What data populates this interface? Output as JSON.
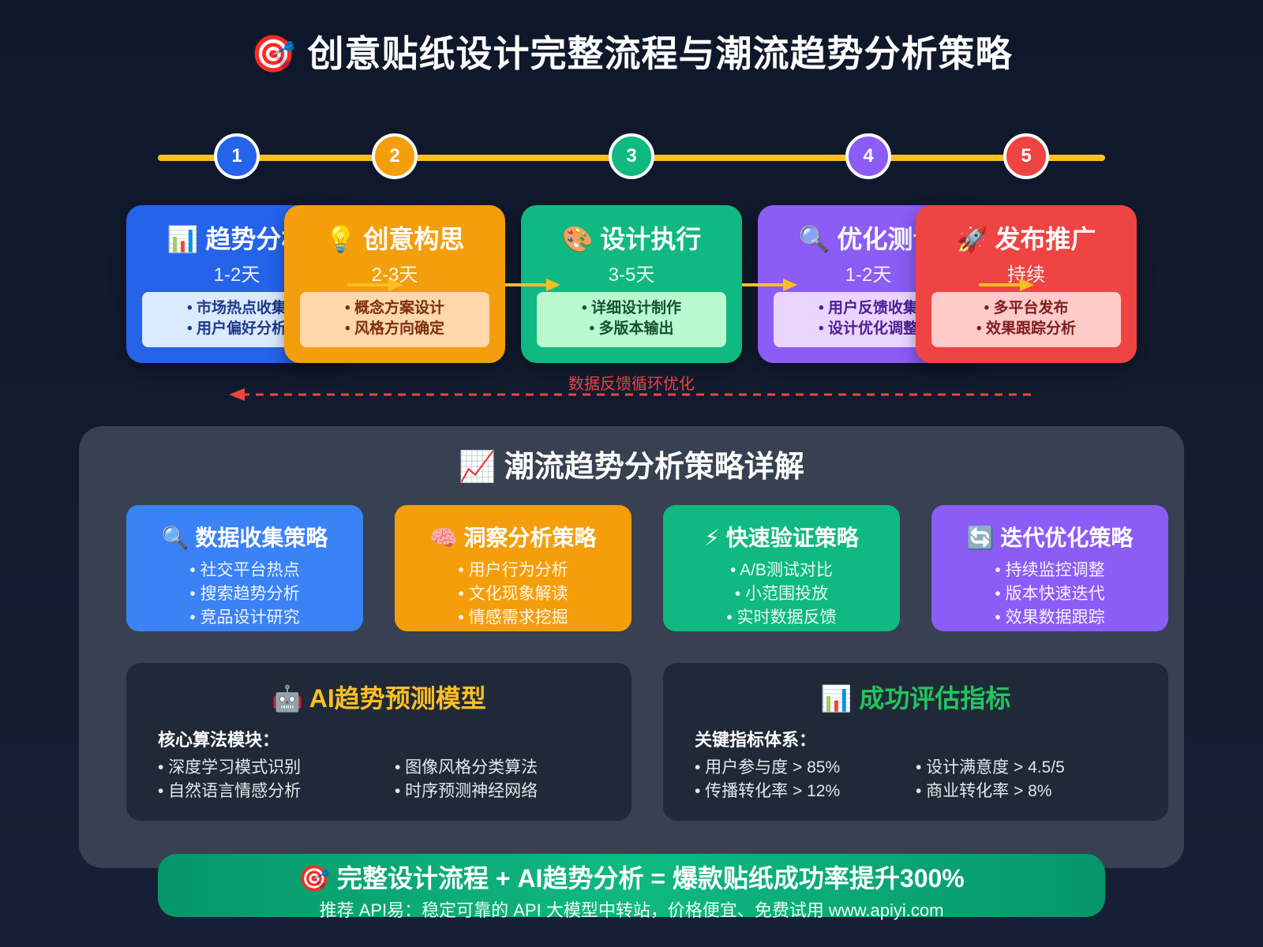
{
  "title": "🎯 创意贴纸设计完整流程与潮流趋势分析策略",
  "steps": [
    {
      "num": "1",
      "title": "📊 趋势分析",
      "duration": "1-2天",
      "items": [
        "• 市场热点收集",
        "• 用户偏好分析"
      ],
      "color": "#2563eb",
      "box_bg": "#dbeafe",
      "box_text": "#1e3a8a"
    },
    {
      "num": "2",
      "title": "💡 创意构思",
      "duration": "2-3天",
      "items": [
        "• 概念方案设计",
        "• 风格方向确定"
      ],
      "color": "#f59e0b",
      "box_bg": "#fed7aa",
      "box_text": "#7c2d12"
    },
    {
      "num": "3",
      "title": "🎨 设计执行",
      "duration": "3-5天",
      "items": [
        "• 详细设计制作",
        "• 多版本输出"
      ],
      "color": "#10b981",
      "box_bg": "#bbf7d0",
      "box_text": "#14532d"
    },
    {
      "num": "4",
      "title": "🔍 优化测试",
      "duration": "1-2天",
      "items": [
        "• 用户反馈收集",
        "• 设计优化调整"
      ],
      "color": "#8b5cf6",
      "box_bg": "#e9d5ff",
      "box_text": "#4c1d95"
    },
    {
      "num": "5",
      "title": "🚀 发布推广",
      "duration": "持续",
      "items": [
        "• 多平台发布",
        "• 效果跟踪分析"
      ],
      "color": "#ef4444",
      "box_bg": "#fecaca",
      "box_text": "#7f1d1d"
    }
  ],
  "feedback": "数据反馈循环优化",
  "panel": {
    "title": "📈 潮流趋势分析策略详解",
    "strategies": [
      {
        "title": "🔍 数据收集策略",
        "items": [
          "• 社交平台热点",
          "• 搜索趋势分析",
          "• 竞品设计研究"
        ],
        "color": "#3b82f6"
      },
      {
        "title": "🧠 洞察分析策略",
        "items": [
          "• 用户行为分析",
          "• 文化现象解读",
          "• 情感需求挖掘"
        ],
        "color": "#f59e0b"
      },
      {
        "title": "⚡ 快速验证策略",
        "items": [
          "• A/B测试对比",
          "• 小范围投放",
          "• 实时数据反馈"
        ],
        "color": "#10b981"
      },
      {
        "title": "🔄 迭代优化策略",
        "items": [
          "• 持续监控调整",
          "• 版本快速迭代",
          "• 效果数据跟踪"
        ],
        "color": "#8b5cf6"
      }
    ],
    "ai_model": {
      "title": "🤖 AI趋势预测模型",
      "subtitle": "核心算法模块：",
      "items": [
        "• 深度学习模式识别",
        "• 图像风格分类算法",
        "• 自然语言情感分析",
        "• 时序预测神经网络"
      ],
      "title_color": "#fbbf24"
    },
    "metrics": {
      "title": "📊 成功评估指标",
      "subtitle": "关键指标体系：",
      "items": [
        "• 用户参与度 > 85%",
        "• 设计满意度 > 4.5/5",
        "• 传播转化率 > 12%",
        "• 商业转化率 > 8%"
      ],
      "title_color": "#22c55e"
    }
  },
  "banner": {
    "main": "🎯 完整设计流程 + AI趋势分析 = 爆款贴纸成功率提升300%",
    "sub": "推荐 API易：稳定可靠的 API 大模型中转站，价格便宜、免费试用 www.apiyi.com"
  }
}
